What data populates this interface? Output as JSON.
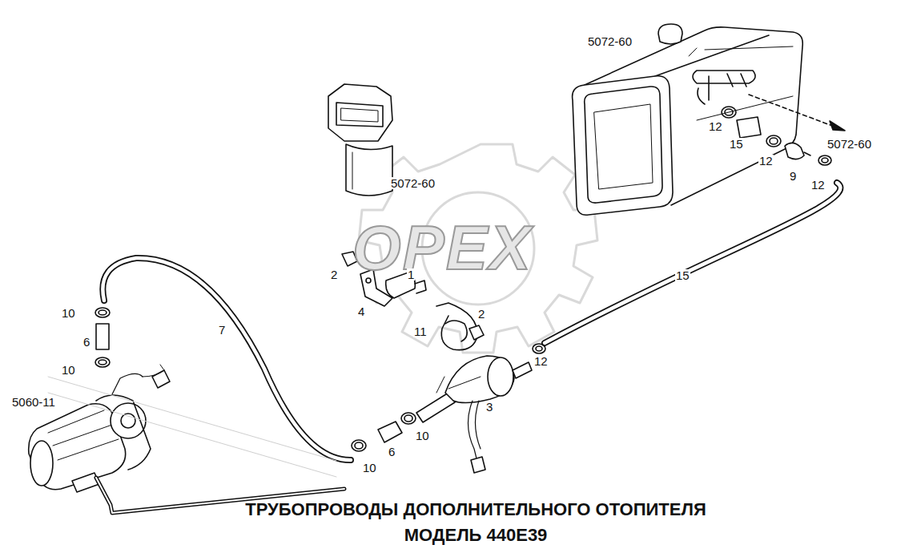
{
  "diagram": {
    "title": "ТРУБОПРОВОДЫ ДОПОЛНИТЕЛЬНОГО ОТОПИТЕЛЯ МОДЕЛЬ 440Е39",
    "labels": [
      "OPEX",
      "5072-60",
      "5072-60",
      "5072-60",
      "12",
      "15",
      "12",
      "9",
      "12",
      "2",
      "1",
      "4",
      "11",
      "2",
      "15",
      "12",
      "3",
      "10",
      "6",
      "10",
      "7",
      "5060-11",
      "10",
      "6",
      "10"
    ]
  }
}
